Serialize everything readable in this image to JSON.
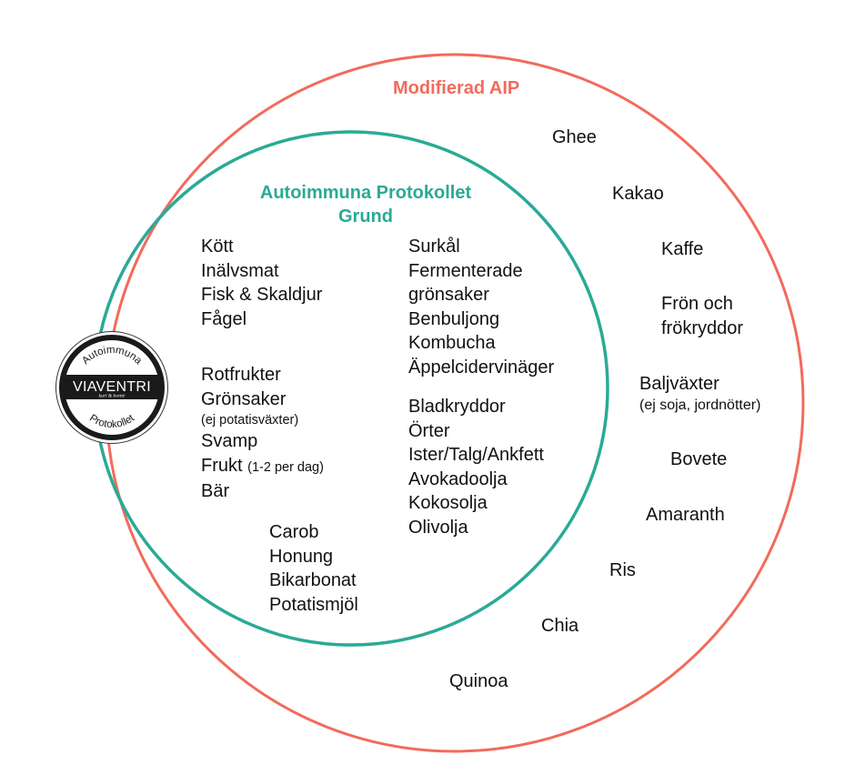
{
  "colors": {
    "outer_ring": "#f26b5b",
    "inner_ring": "#2aaa96",
    "text": "#111111",
    "badge_dark": "#1a1a1a"
  },
  "outer": {
    "title": "Modifierad AIP",
    "items": [
      "Ghee",
      "Kakao",
      "Kaffe",
      "Frön och",
      "frökryddor",
      "Baljväxter",
      "(ej soja, jordnötter)",
      "Bovete",
      "Amaranth",
      "Ris",
      "Chia",
      "Quinoa"
    ]
  },
  "inner": {
    "title_line1": "Autoimmuna Protokollet",
    "title_line2": "Grund",
    "group1": [
      "Kött",
      "Inälvsmat",
      "Fisk & Skaldjur",
      "Fågel"
    ],
    "group2": [
      "Rotfrukter",
      "Grönsaker",
      "(ej potatisväxter)",
      "Svamp",
      "Frukt",
      "(1-2 per dag)",
      "Bär"
    ],
    "group3": [
      "Carob",
      "Honung",
      "Bikarbonat",
      "Potatismjöl"
    ],
    "group4": [
      "Surkål",
      "Fermenterade",
      "grönsaker",
      "Benbuljong",
      "Kombucha",
      "Äppelcidervinäger"
    ],
    "group5": [
      "Bladkryddor",
      "Örter",
      "Ister/Talg/Ankfett",
      "Avokadoolja",
      "Kokosolja",
      "Olivolja"
    ]
  },
  "badge": {
    "top_text": "Autoimmuna",
    "brand": "VIAVENTRI",
    "tagline": "kurl & kvetté",
    "bottom_text": "Protokollet"
  }
}
